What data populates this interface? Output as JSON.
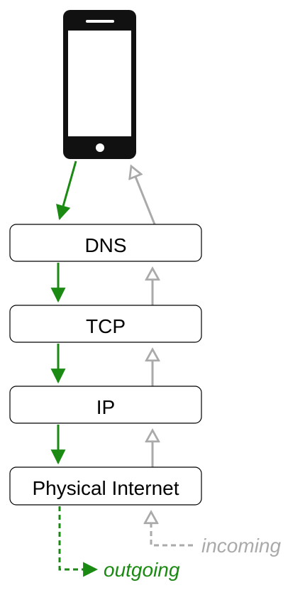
{
  "colors": {
    "outgoing": "#1a8a12",
    "incoming": "#aaaaaa",
    "device": "#111111"
  },
  "device": {
    "icon": "smartphone-icon"
  },
  "layers": [
    {
      "label": "DNS"
    },
    {
      "label": "TCP"
    },
    {
      "label": "IP"
    },
    {
      "label": "Physical Internet"
    }
  ],
  "flows": {
    "outgoing_label": "outgoing",
    "incoming_label": "incoming"
  }
}
